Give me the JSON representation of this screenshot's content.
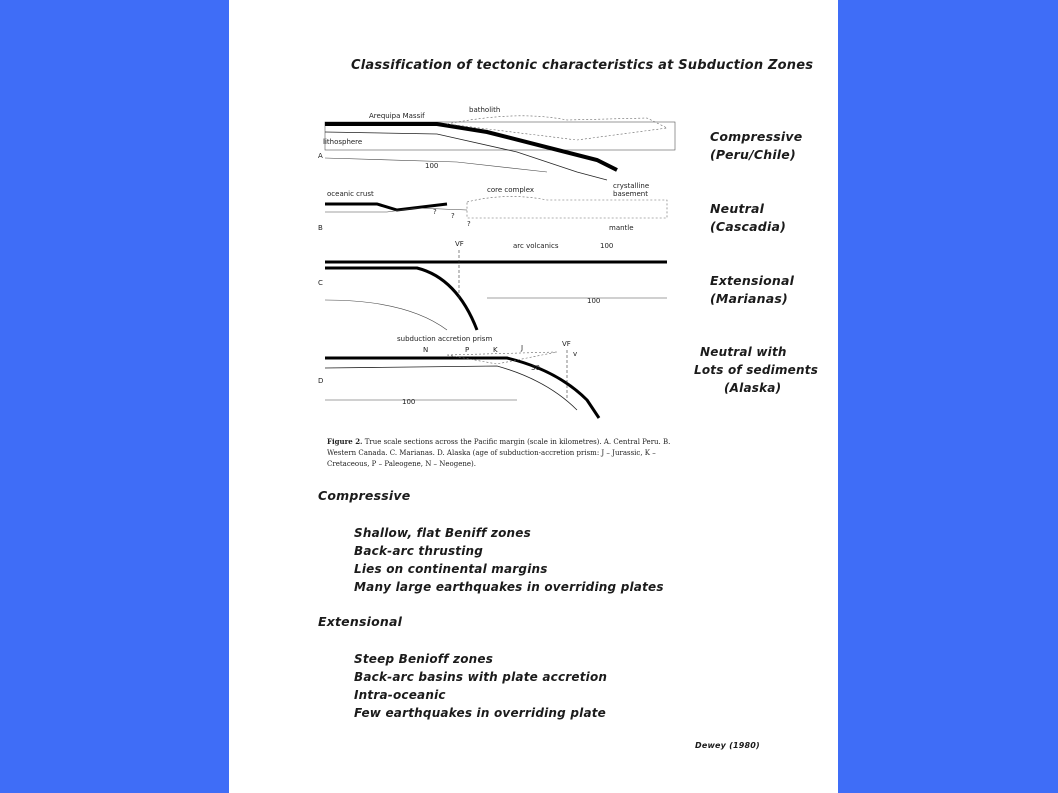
{
  "title": "Classification of tectonic characteristics at Subduction Zones",
  "figure": {
    "panel_labels": [
      "A",
      "B",
      "C",
      "D"
    ],
    "a": {
      "massif": "Arequipa Massif",
      "batholith": "batholith",
      "lithosphere": "lithosphere",
      "depth": "100"
    },
    "b": {
      "oceanic_crust": "oceanic crust",
      "core_complex": "core complex",
      "crystalline": "crystalline",
      "basement": "basement",
      "mantle": "mantle",
      "question_mark": "?"
    },
    "c": {
      "vf": "VF",
      "arc_volcanics": "arc volcanics",
      "depth_top": "100",
      "depth": "100"
    },
    "d": {
      "prism": "subduction accretion prism",
      "n": "N",
      "p": "P",
      "k": "K",
      "j": "J",
      "depth_30": "30",
      "vf": "VF",
      "v": "v",
      "depth": "100"
    }
  },
  "side_labels": {
    "a": [
      "Compressive",
      "(Peru/Chile)"
    ],
    "b": [
      "Neutral",
      "(Cascadia)"
    ],
    "c": [
      "Extensional",
      "(Marianas)"
    ],
    "d": [
      "Neutral with",
      "Lots of sediments",
      "(Alaska)"
    ]
  },
  "caption": {
    "bold": "Figure 2.",
    "text": "True scale sections across the Pacific margin (scale in kilometres). A. Central Peru. B. Western Canada. C. Marianas. D. Alaska (age of subduction-accretion prism: J – Jurassic, K – Cretaceous, P – Paleogene, N – Neogene)."
  },
  "sections": [
    {
      "heading": "Compressive",
      "items": [
        "Shallow, flat Beniff zones",
        "Back-arc thrusting",
        "Lies on continental margins",
        "Many large earthquakes in overriding plates"
      ]
    },
    {
      "heading": "Extensional",
      "items": [
        "Steep Benioff zones",
        "Back-arc basins with plate accretion",
        "Intra-oceanic",
        "Few earthquakes in overriding plate"
      ]
    }
  ],
  "credit": "Dewey (1980)"
}
